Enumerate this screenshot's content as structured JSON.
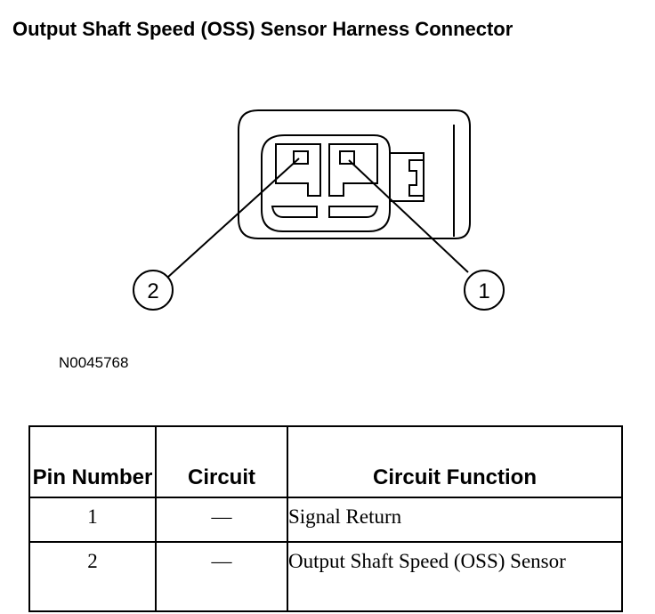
{
  "title": "Output Shaft Speed (OSS) Sensor Harness Connector",
  "figure_id": "N0045768",
  "callouts": [
    {
      "label": "2"
    },
    {
      "label": "1"
    }
  ],
  "table": {
    "headers": {
      "pin": "Pin Number",
      "circuit": "Circuit",
      "function": "Circuit Function"
    },
    "rows": [
      {
        "pin": "1",
        "circuit": "—",
        "function": "Signal Return"
      },
      {
        "pin": "2",
        "circuit": "—",
        "function": "Output Shaft Speed (OSS) Sensor"
      }
    ]
  }
}
